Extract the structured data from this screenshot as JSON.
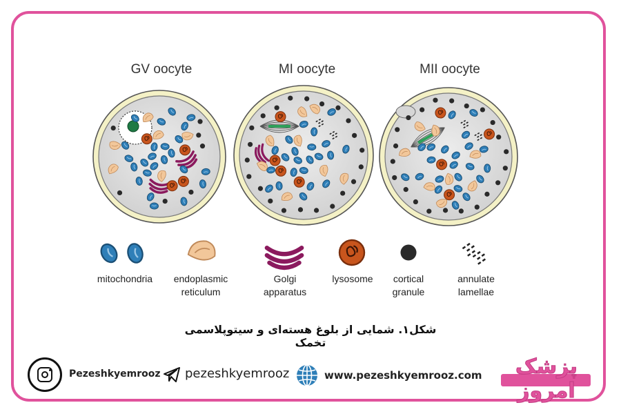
{
  "stages": [
    {
      "title": "GV oocyte"
    },
    {
      "title": "MI oocyte"
    },
    {
      "title": "MII oocyte"
    }
  ],
  "legend": [
    {
      "line1": "mitochondria",
      "line2": ""
    },
    {
      "line1": "endoplasmic",
      "line2": "reticulum"
    },
    {
      "line1": "Golgi",
      "line2": "apparatus"
    },
    {
      "line1": "lysosome",
      "line2": ""
    },
    {
      "line1": "cortical",
      "line2": "granule"
    },
    {
      "line1": "annulate",
      "line2": "lamellae"
    }
  ],
  "caption": "شکل۱. شمایی از بلوغ هسته‌ای و سیتوپلاسمی تخمک",
  "footer": {
    "instagram": "Pezeshkyemrooz",
    "telegram": "pezeshkyemrooz",
    "website": "www.pezeshkyemrooz.com",
    "logo_text": "پزشک امروز"
  },
  "colors": {
    "frame": "#e0529c",
    "mitochondria": "#2f7fb8",
    "er": "#f2c79a",
    "golgi": "#8b1a5e",
    "lysosome": "#c8551d",
    "cortical_granule": "#2a2a2a",
    "cytoplasm": "#dcdcdc",
    "zona": "#f4f1c6",
    "spindle_plate": "#2ea05a"
  }
}
